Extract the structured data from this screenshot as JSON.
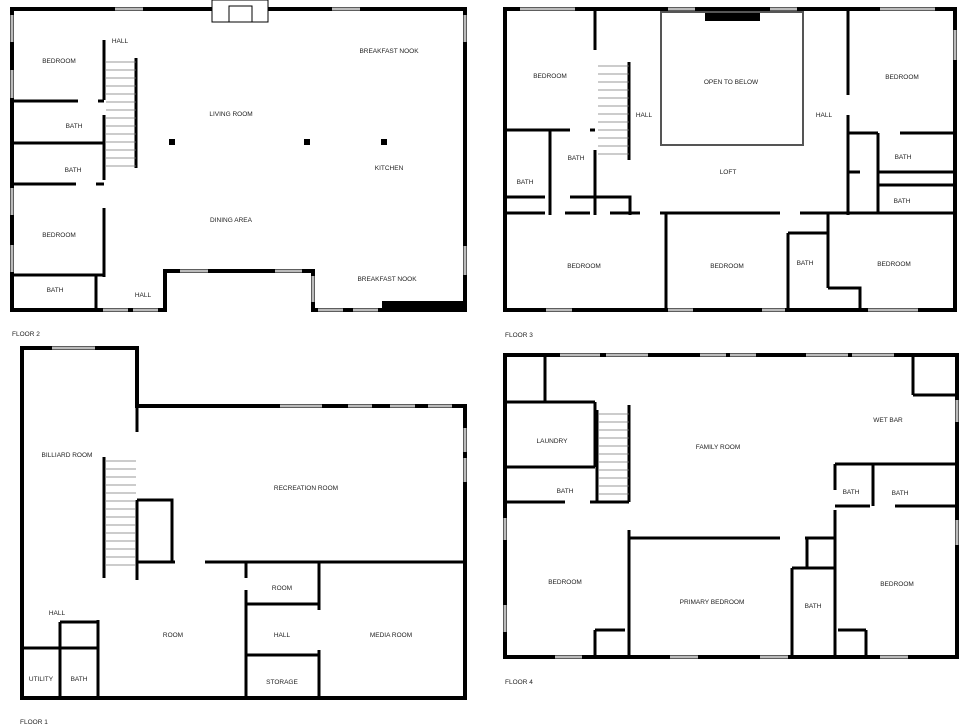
{
  "floors": {
    "floor2": {
      "title": "FLOOR 2",
      "rooms": [
        "BEDROOM",
        "HALL",
        "BREAKFAST NOOK",
        "BATH",
        "LIVING ROOM",
        "BATH",
        "KITCHEN",
        "BEDROOM",
        "DINING AREA",
        "BATH",
        "HALL",
        "BREAKFAST NOOK"
      ]
    },
    "floor3": {
      "title": "FLOOR 3",
      "rooms": [
        "BEDROOM",
        "OPEN TO BELOW",
        "BEDROOM",
        "HALL",
        "HALL",
        "BATH",
        "LOFT",
        "BATH",
        "BATH",
        "BATH",
        "BEDROOM",
        "BEDROOM",
        "BATH",
        "BEDROOM"
      ]
    },
    "floor1": {
      "title": "FLOOR 1",
      "rooms": [
        "BILLIARD ROOM",
        "RECREATION ROOM",
        "ROOM",
        "HALL",
        "ROOM",
        "HALL",
        "MEDIA ROOM",
        "UTILITY",
        "BATH",
        "STORAGE"
      ]
    },
    "floor4": {
      "title": "FLOOR 4",
      "rooms": [
        "LAUNDRY",
        "FAMILY ROOM",
        "WET BAR",
        "BATH",
        "BATH",
        "BATH",
        "BEDROOM",
        "PRIMARY BEDROOM",
        "BATH",
        "BEDROOM"
      ]
    }
  }
}
